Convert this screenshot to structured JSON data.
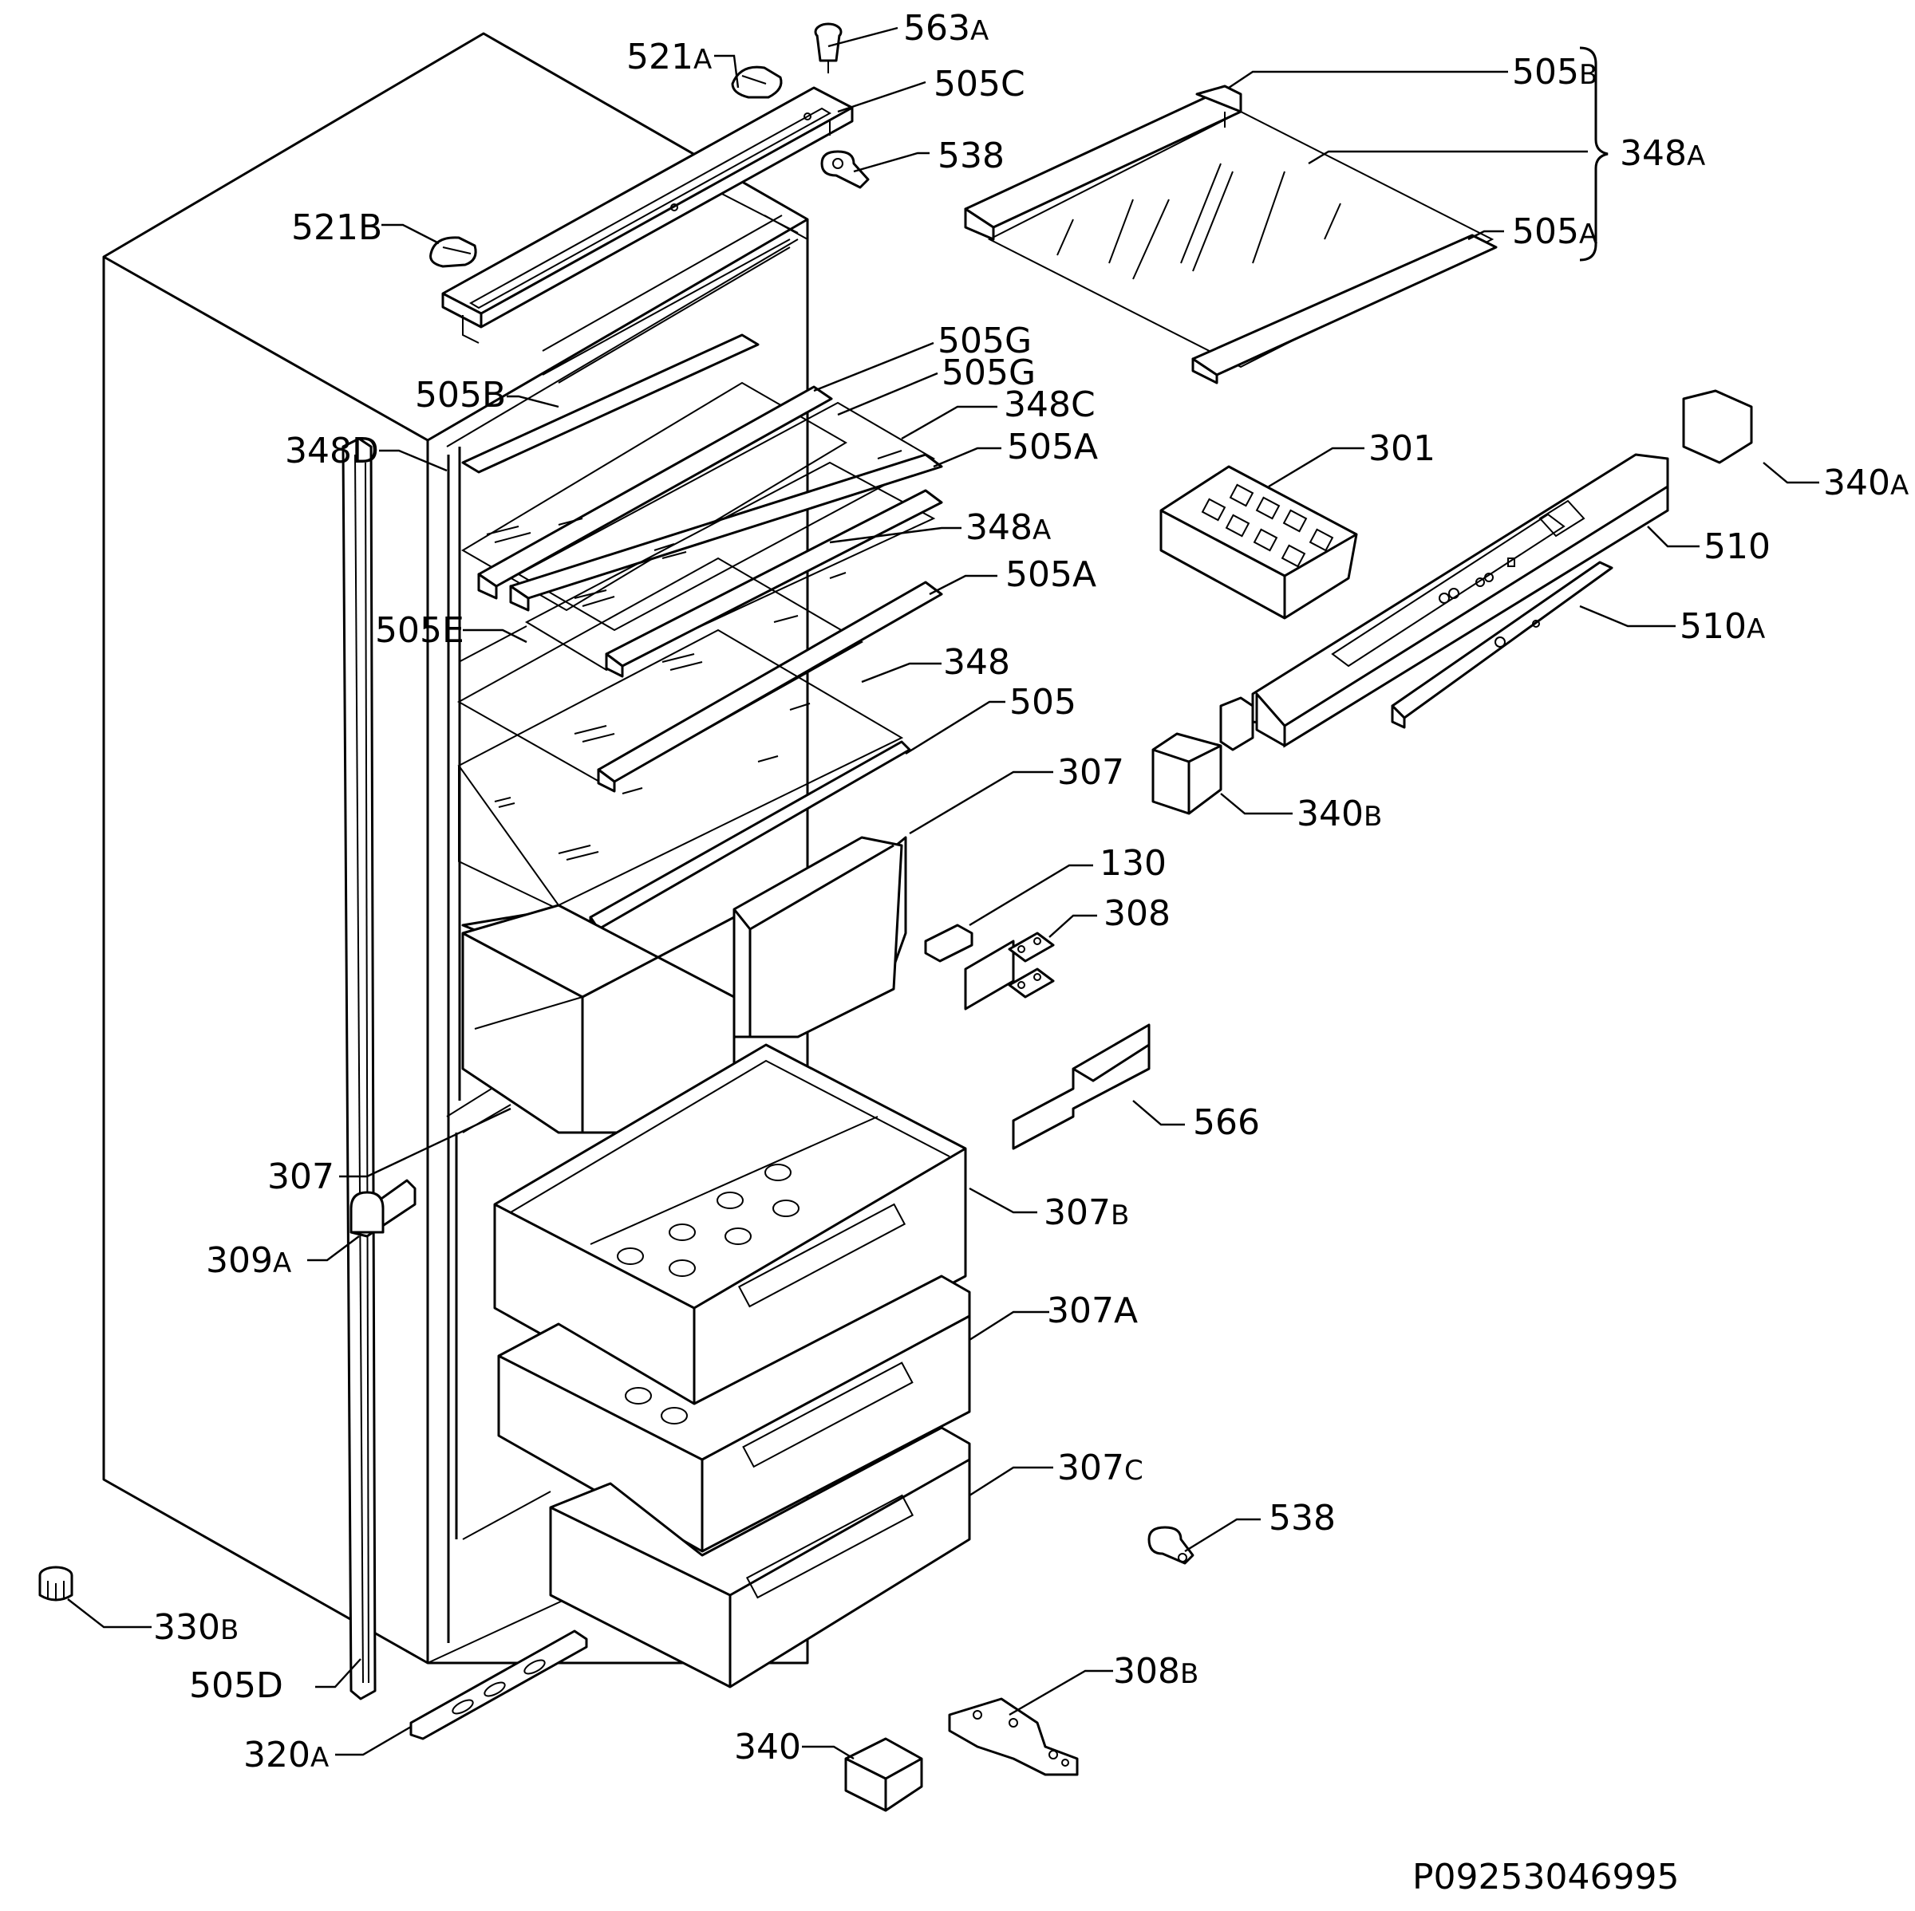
{
  "document_number": "P09253046995",
  "labels": {
    "l563a": {
      "main": "563",
      "suffix": "A"
    },
    "l521a": {
      "main": "521",
      "suffix": "A"
    },
    "l505c": {
      "main": "505C",
      "suffix": ""
    },
    "l538_top": {
      "main": "538",
      "suffix": ""
    },
    "l521b": {
      "main": "521B",
      "suffix": ""
    },
    "l505b_right": {
      "main": "505",
      "suffix": "B"
    },
    "l348a_right": {
      "main": "348",
      "suffix": "A"
    },
    "l505a_right": {
      "main": "505",
      "suffix": "A"
    },
    "l505g_1": {
      "main": "505G",
      "suffix": ""
    },
    "l505g_2": {
      "main": "505G",
      "suffix": ""
    },
    "l505b_left": {
      "main": "505B",
      "suffix": ""
    },
    "l348c": {
      "main": "348C",
      "suffix": ""
    },
    "l348d": {
      "main": "348D",
      "suffix": ""
    },
    "l505a_1": {
      "main": "505A",
      "suffix": ""
    },
    "l301": {
      "main": "301",
      "suffix": ""
    },
    "l340a": {
      "main": "340",
      "suffix": "A"
    },
    "l348a_mid": {
      "main": "348",
      "suffix": "A"
    },
    "l510": {
      "main": "510",
      "suffix": ""
    },
    "l505a_2": {
      "main": "505A",
      "suffix": ""
    },
    "l510a": {
      "main": "510",
      "suffix": "A"
    },
    "l505e": {
      "main": "505E",
      "suffix": ""
    },
    "l348": {
      "main": "348",
      "suffix": ""
    },
    "l505": {
      "main": "505",
      "suffix": ""
    },
    "l307_top": {
      "main": "307",
      "suffix": ""
    },
    "l340b": {
      "main": "340",
      "suffix": "B"
    },
    "l130": {
      "main": "130",
      "suffix": ""
    },
    "l308": {
      "main": "308",
      "suffix": ""
    },
    "l566": {
      "main": "566",
      "suffix": ""
    },
    "l307_left": {
      "main": "307",
      "suffix": ""
    },
    "l307b": {
      "main": "307",
      "suffix": "B"
    },
    "l309a": {
      "main": "309",
      "suffix": "A"
    },
    "l307a": {
      "main": "307A",
      "suffix": ""
    },
    "l307c": {
      "main": "307",
      "suffix": "C"
    },
    "l538_bottom": {
      "main": "538",
      "suffix": ""
    },
    "l330b": {
      "main": "330",
      "suffix": "B"
    },
    "l505d": {
      "main": "505D",
      "suffix": ""
    },
    "l308b": {
      "main": "308",
      "suffix": "B"
    },
    "l340": {
      "main": "340",
      "suffix": ""
    },
    "l320a": {
      "main": "320",
      "suffix": "A"
    }
  }
}
